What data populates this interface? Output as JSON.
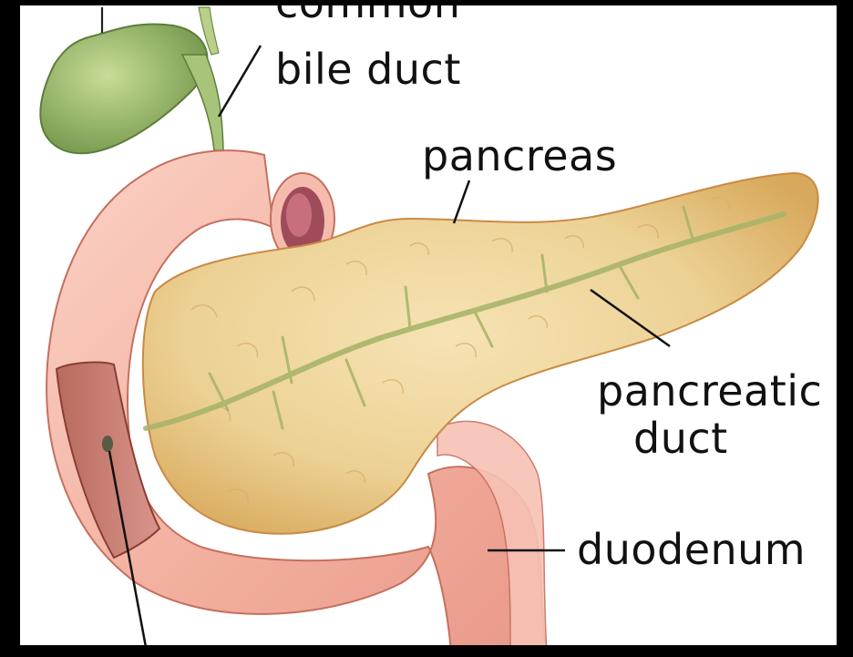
{
  "labels": {
    "common": "common",
    "bile_duct": "bile duct",
    "pancreas": "pancreas",
    "pancreatic": "pancreatic",
    "duct": "duct",
    "duodenum": "duodenum"
  },
  "colors": {
    "duodenum": "#f4b3a6",
    "pancreas": "#e8c98a",
    "gallbladder": "#8fb463",
    "duct": "#a5b367",
    "frame": "#000000"
  }
}
